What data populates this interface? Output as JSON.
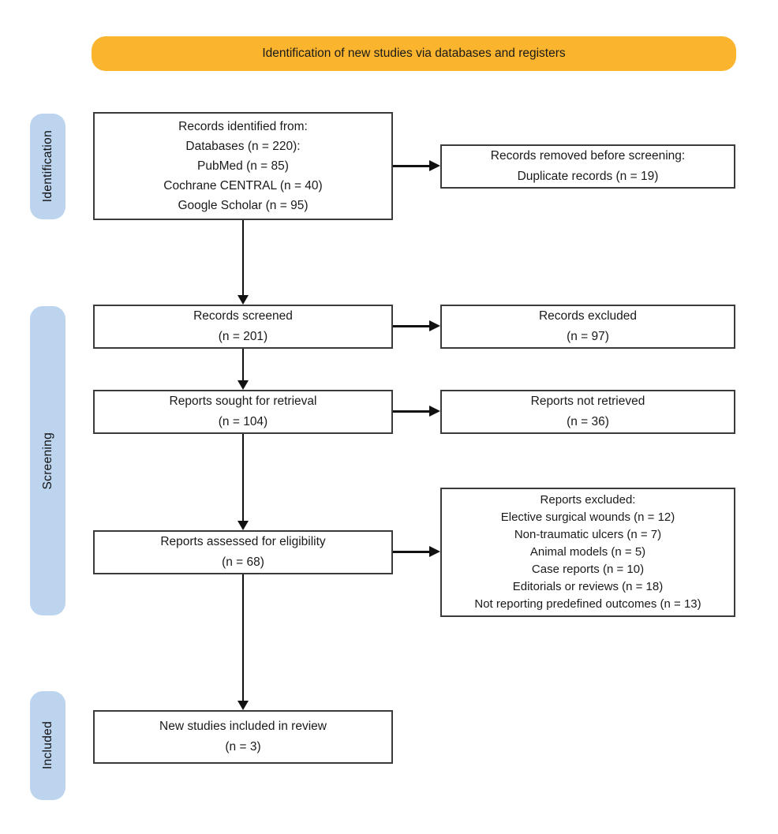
{
  "banner": {
    "label": "Identification of new studies via databases and registers"
  },
  "stages": {
    "identification": "Identification",
    "screening": "Screening",
    "included": "Included"
  },
  "boxes": {
    "records_identified": {
      "lines": [
        "Records identified from:",
        "Databases (n = 220):",
        "PubMed (n = 85)",
        "Cochrane CENTRAL (n = 40)",
        "Google Scholar (n = 95)"
      ]
    },
    "records_removed": {
      "lines": [
        "Records removed before screening:",
        "Duplicate records (n = 19)"
      ]
    },
    "records_screened": {
      "lines": [
        "Records screened",
        "(n = 201)"
      ]
    },
    "records_excluded": {
      "lines": [
        "Records excluded",
        "(n = 97)"
      ]
    },
    "reports_sought": {
      "lines": [
        "Reports sought for retrieval",
        "(n = 104)"
      ]
    },
    "reports_not_retrieved": {
      "lines": [
        "Reports not retrieved",
        "(n = 36)"
      ]
    },
    "reports_assessed": {
      "lines": [
        "Reports assessed for eligibility",
        "(n = 68)"
      ]
    },
    "reports_excluded": {
      "lines": [
        "Reports excluded:",
        "Elective surgical wounds (n = 12)",
        "Non-traumatic ulcers (n = 7)",
        "Animal models (n = 5)",
        "Case reports (n = 10)",
        "Editorials or reviews (n = 18)",
        "Not reporting predefined outcomes (n = 13)"
      ]
    },
    "new_studies_included": {
      "lines": [
        "New studies included in review",
        "(n = 3)"
      ]
    }
  },
  "colors": {
    "banner_bg": "#FAB42D",
    "stage_bg": "#BDD4EE",
    "box_border": "#3B3B3B",
    "text": "#1A1A1A",
    "arrow": "#111111"
  }
}
